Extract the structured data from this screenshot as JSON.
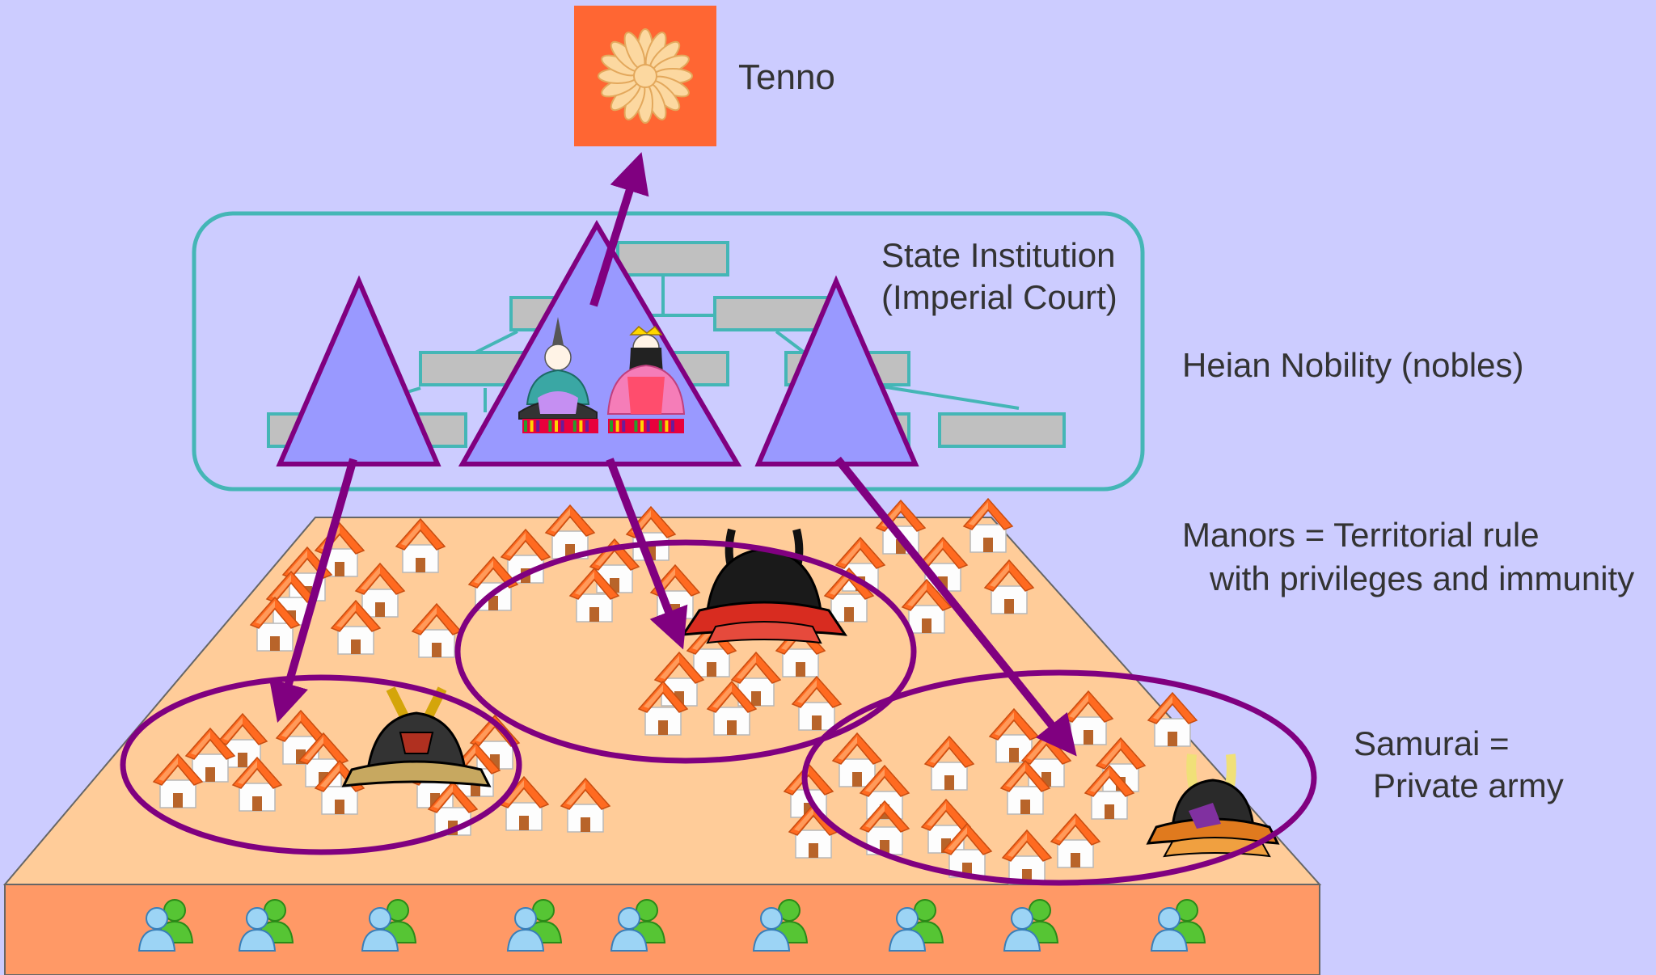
{
  "labels": {
    "tenno": "Tenno",
    "state_institution_line1": "State Institution",
    "state_institution_line2": "(Imperial Court)",
    "heian_nobility": "Heian Nobility (nobles)",
    "manors_line1": "Manors = Territorial rule",
    "manors_line2": "with privileges and immunity",
    "samurai_line1": "Samurai =",
    "samurai_line2": "Private army"
  },
  "colors": {
    "background": "#ccccff",
    "emblem_square": "#ff6633",
    "chrysanthemum": "#fcd8a0",
    "court_box_border": "#44b6b6",
    "org_box_fill": "#c0c0c0",
    "triangle_fill": "#9999ff",
    "purple": "#800080",
    "platform_top": "#ffcc99",
    "platform_front": "#ff9966",
    "house_roof": "#ff6a20",
    "house_wall": "#ffffff",
    "text": "#333333"
  },
  "icons": [
    "chrysanthemum-seal-icon",
    "hina-doll-emperor-icon",
    "hina-doll-empress-icon",
    "house-icon",
    "samurai-helmet-icon",
    "users-icon"
  ]
}
